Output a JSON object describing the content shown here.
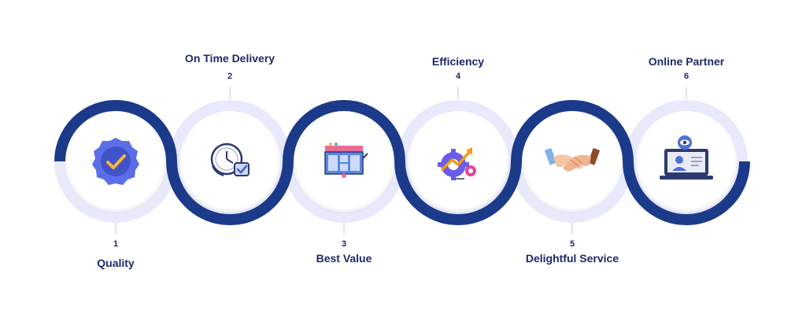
{
  "steps": [
    {
      "number": "1",
      "label": "Quality",
      "icon": "badge-check-icon"
    },
    {
      "number": "2",
      "label": "On Time Delivery",
      "icon": "clock-check-icon"
    },
    {
      "number": "3",
      "label": "Best Value",
      "icon": "dashboard-icon"
    },
    {
      "number": "4",
      "label": "Efficiency",
      "icon": "gear-growth-icon"
    },
    {
      "number": "5",
      "label": "Delightful Service",
      "icon": "handshake-icon"
    },
    {
      "number": "6",
      "label": "Online Partner",
      "icon": "laptop-user-icon"
    }
  ],
  "colors": {
    "wave": "#1c3a8a",
    "ring": "#e8e9fb",
    "text": "#1d2a6b",
    "connector": "#c9cbd6"
  }
}
